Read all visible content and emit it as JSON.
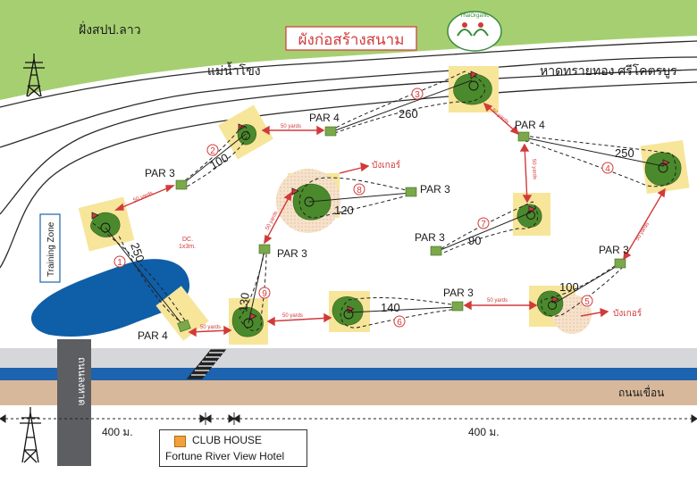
{
  "top": {
    "laos_bank": "ฝั่งสปป.ลาว",
    "river": "แม่น้ำโขง",
    "title": "ผังก่อสร้างสนาม",
    "beach": "หาดทรายทอง ศรีโคตรบูร",
    "logo_text": "ThaiOrganic"
  },
  "labels": {
    "training_zone": "Training Zone",
    "beach_road": "ถนนลงหาด",
    "embankment_road": "ถนนเขื่อน",
    "dist_left": "400 ม.",
    "dist_right": "400 ม.",
    "bunker_1": "บังเกอร์",
    "bunker_2": "บังเกอร์",
    "dc": "DC.",
    "dc2": "1x3m."
  },
  "legend": {
    "club_house": "CLUB HOUSE",
    "hotel": "Fortune River View Hotel"
  },
  "holes": [
    {
      "num": "1",
      "par": "PAR 4",
      "dist": "250"
    },
    {
      "num": "2",
      "par": "PAR 3",
      "dist": "100"
    },
    {
      "num": "3",
      "par": "PAR 4",
      "dist": "260"
    },
    {
      "num": "4",
      "par": "PAR 4",
      "dist": "250"
    },
    {
      "num": "5",
      "par": "PAR 3",
      "dist": "100"
    },
    {
      "num": "6",
      "par": "PAR 3",
      "dist": "140"
    },
    {
      "num": "7",
      "par": "PAR 3",
      "dist": "90"
    },
    {
      "num": "8",
      "par": "PAR 3",
      "dist": "120"
    },
    {
      "num": "9",
      "par": "PAR 3",
      "dist": "130"
    }
  ],
  "yards": "50 yards",
  "colors": {
    "laos_green": "#a6cf72",
    "lake_blue": "#0f5ea8",
    "fairway_yellow": "#f7e59a",
    "green_dark": "#4b8a2c",
    "road_tan": "#d8b89a",
    "road_blue": "#1d63b0",
    "accent_red": "#d23a3a"
  }
}
